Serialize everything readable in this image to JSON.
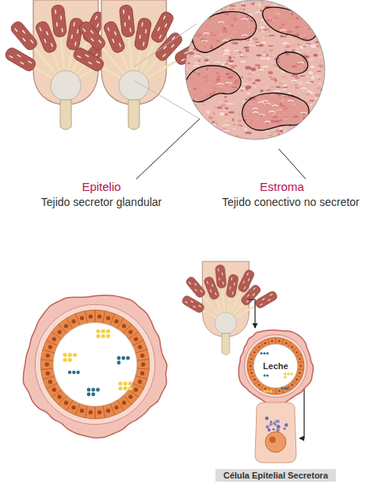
{
  "diagram": {
    "nodes": [
      {
        "text": [
          "Leche"
        ]
      },
      {
        "text": [
          "Célula Epitelial Secretora"
        ]
      }
    ],
    "edges": [
      {
        "from": 0,
        "to": 1,
        "arrow": "to"
      }
    ],
    "labels": [
      "Epitelio",
      "Tejido secretor glandular",
      "Estroma",
      "Tejido conectivo no secretor"
    ]
  }
}
